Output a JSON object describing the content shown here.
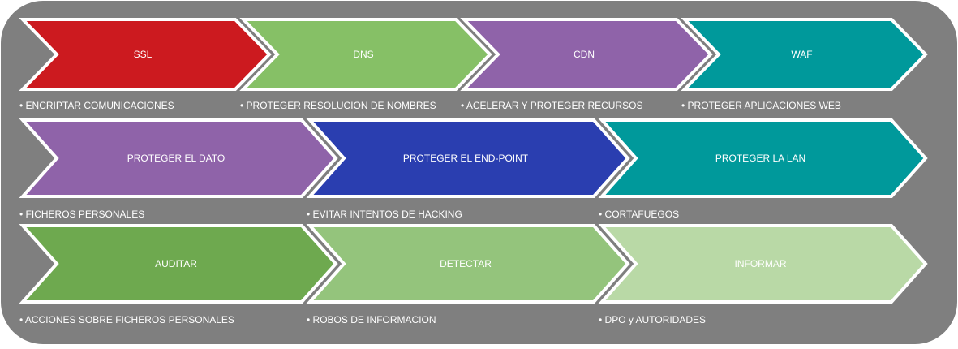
{
  "rows": [
    {
      "steps": [
        {
          "label": "SSL",
          "note": "• ENCRIPTAR COMUNICACIONES",
          "color": "#cc1a1f"
        },
        {
          "label": "DNS",
          "note": "• PROTEGER RESOLUCION DE NOMBRES",
          "color": "#86c066"
        },
        {
          "label": "CDN",
          "note": "• ACELERAR Y PROTEGER RECURSOS",
          "color": "#8f63a9"
        },
        {
          "label": "WAF",
          "note": "• PROTEGER APLICACIONES WEB",
          "color": "#00999b"
        }
      ]
    },
    {
      "steps": [
        {
          "label": "PROTEGER EL DATO",
          "note": "• FICHEROS PERSONALES",
          "color": "#8f63a9"
        },
        {
          "label": "PROTEGER EL END-POINT",
          "note": "• EVITAR INTENTOS DE HACKING",
          "color": "#2a3eb0"
        },
        {
          "label": "PROTEGER LA LAN",
          "note": "• CORTAFUEGOS",
          "color": "#00999b"
        }
      ]
    },
    {
      "steps": [
        {
          "label": "AUDITAR",
          "note": "• ACCIONES SOBRE FICHEROS PERSONALES",
          "color": "#6ea94f"
        },
        {
          "label": "DETECTAR",
          "note": "• ROBOS DE INFORMACION",
          "color": "#94c47c"
        },
        {
          "label": "INFORMAR",
          "note": "• DPO y AUTORIDADES",
          "color": "#b9d9a6"
        }
      ]
    }
  ],
  "colors": {
    "panel": "#7f7f7f",
    "stroke": "#ffffff"
  }
}
